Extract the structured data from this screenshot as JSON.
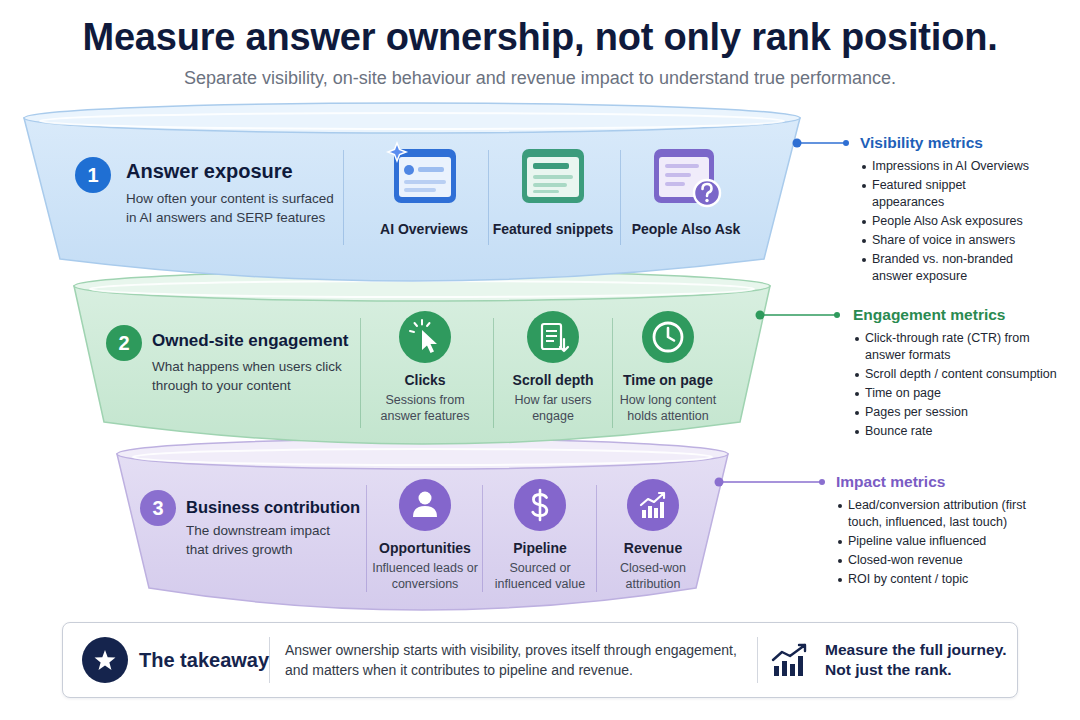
{
  "diagram": {
    "title": "Measure answer ownership, not only rank position.",
    "nodes": [
      {
        "text": [
          "Answer exposure",
          "How often your content is surfaced in AI answers and SERP features"
        ]
      },
      {
        "text": [
          "1"
        ],
        "in": 0
      },
      {
        "text": [
          "AI Overviews"
        ],
        "in": 0
      },
      {
        "text": [
          "Featured snippets"
        ],
        "in": 0
      },
      {
        "text": [
          "People Also Ask"
        ],
        "in": 0
      },
      {
        "text": [
          "Owned-site engagement",
          "What happens when users click through to your content"
        ]
      },
      {
        "text": [
          "2"
        ],
        "in": 5
      },
      {
        "text": [
          "Clicks",
          "Sessions from answer features"
        ],
        "in": 5
      },
      {
        "text": [
          "Scroll depth",
          "How far users engage"
        ],
        "in": 5
      },
      {
        "text": [
          "Time on page",
          "How long content holds attention"
        ],
        "in": 5
      },
      {
        "text": [
          "Business contribution",
          "The downstream impact that drives growth"
        ]
      },
      {
        "text": [
          "3"
        ],
        "in": 10
      },
      {
        "text": [
          "Opportunities",
          "Influenced leads or conversions"
        ],
        "in": 10
      },
      {
        "text": [
          "Pipeline",
          "Sourced or influenced value"
        ],
        "in": 10
      },
      {
        "text": [
          "Revenue",
          "Closed-won attribution"
        ],
        "in": 10
      },
      {
        "text": [
          "The takeaway",
          "Answer ownership starts with visibility, proves itself through engagement, and matters when it contributes to pipeline and revenue.",
          "Measure the full journey. Not just the rank."
        ]
      }
    ],
    "labels": [
      "Separate visibility, on-site behaviour and revenue impact to understand true performance.",
      "Visibility metrics",
      "Impressions in AI Overviews",
      "Featured snippet appearances",
      "People Also Ask exposures",
      "Share of voice in answers",
      "Branded vs. non-branded answer exposure",
      "Engagement metrics",
      "Click-through rate (CTR) from answer formats",
      "Scroll depth / content consumption",
      "Time on page",
      "Pages per session",
      "Bounce rate",
      "Impact metrics",
      "Lead/conversion attribution (first touch, influenced, last touch)",
      "Pipeline value influenced",
      "Closed-won revenue",
      "ROI by content / topic"
    ]
  }
}
